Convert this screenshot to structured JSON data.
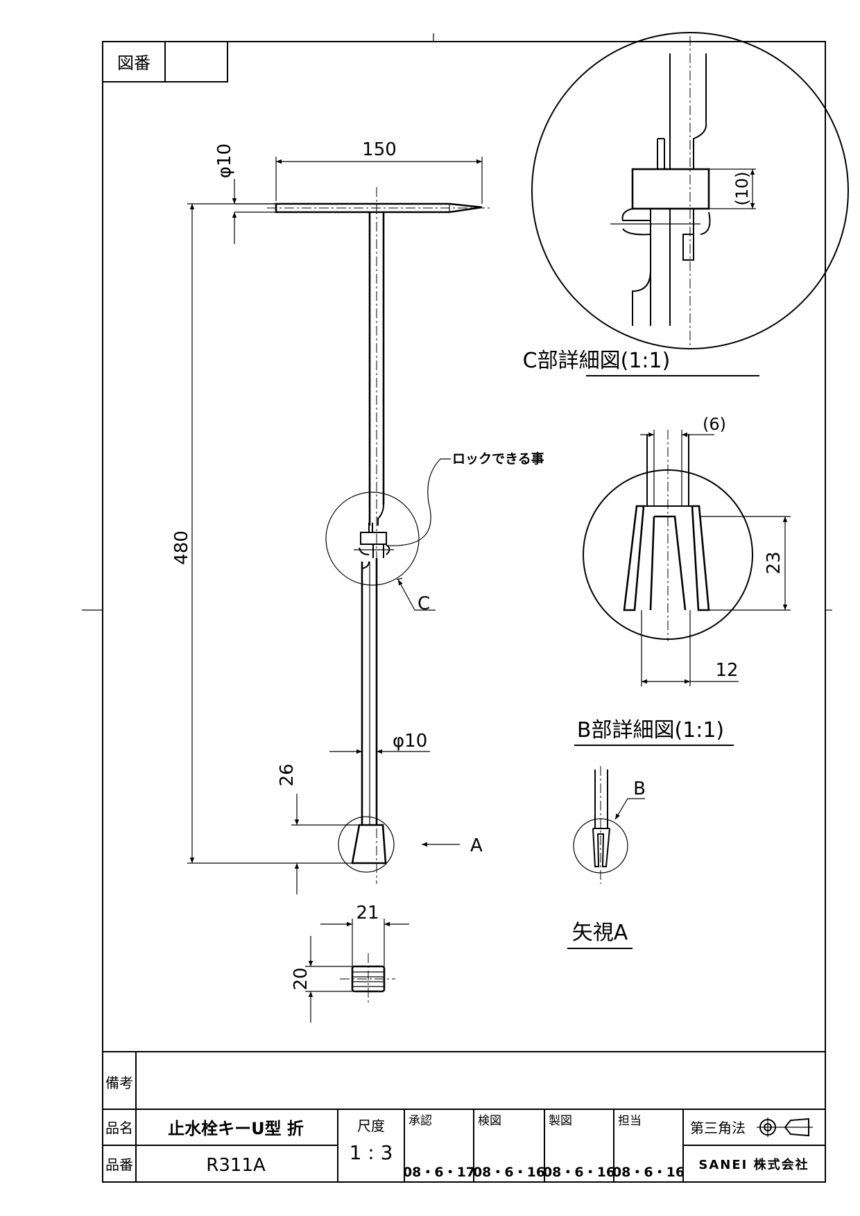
{
  "frame": {
    "drawing_number_label": "図番",
    "drawing_number_value": ""
  },
  "main_view": {
    "dim_handle_length": "150",
    "dim_handle_dia": "φ10",
    "dim_total_length": "480",
    "dim_shaft_dia": "φ10",
    "dim_tip_length": "26",
    "lock_note": "ロックできる事",
    "label_c": "C",
    "label_a": "A"
  },
  "end_view": {
    "dim_width": "21",
    "dim_height": "20"
  },
  "detail_c": {
    "dim_collar": "(10)",
    "title": "C部詳細図(1:1)"
  },
  "detail_b": {
    "dim_slot": "(6)",
    "dim_length": "23",
    "dim_width": "12",
    "title": "B部詳細図(1:1)"
  },
  "view_a": {
    "label_b": "B",
    "title": "矢視A"
  },
  "title_block": {
    "remarks_label": "備考",
    "remarks_value": "",
    "name_label": "品名",
    "name_value": "止水栓キーU型 折",
    "part_no_label": "品番",
    "part_no_value": "R311A",
    "scale_label": "尺度",
    "scale_value": "1 : 3",
    "approved_label": "承認",
    "approved_date": "08・6・17",
    "checked_label": "検図",
    "checked_date": "08・6・16",
    "drawn_label": "製図",
    "drawn_date": "08・6・16",
    "charge_label": "担当",
    "charge_date": "08・6・16",
    "projection_label": "第三角法",
    "company": "SANEI 株式会社"
  }
}
